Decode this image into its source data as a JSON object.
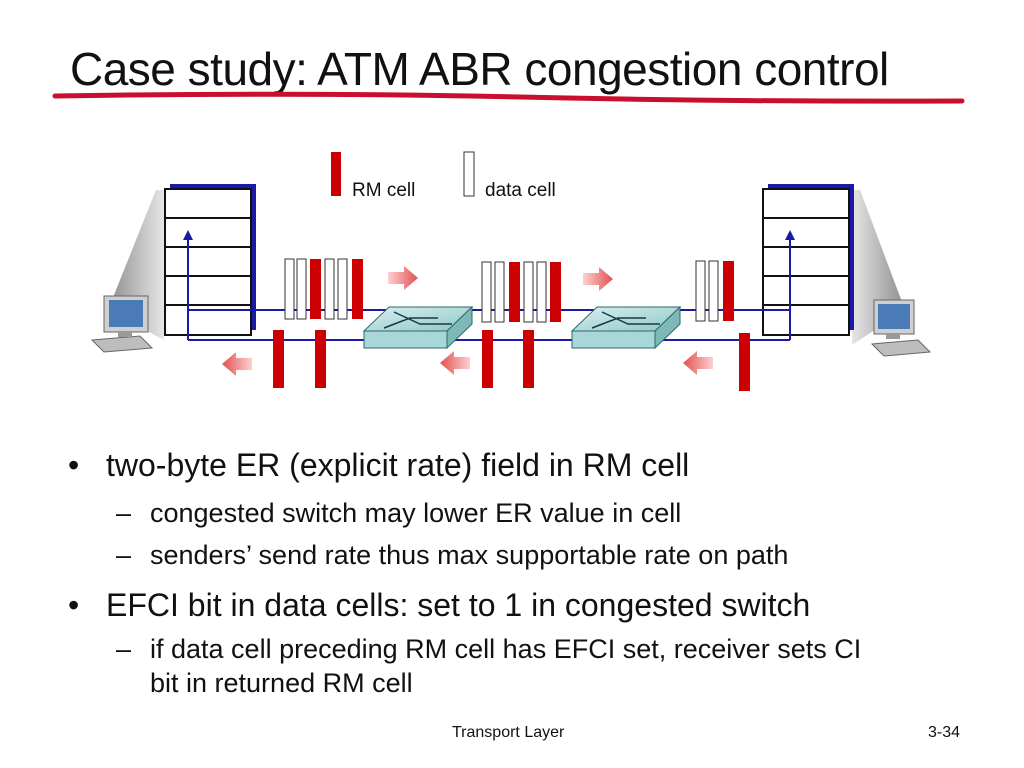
{
  "title": "Case study: ATM ABR congestion control",
  "legend": {
    "rm_cell": "RM cell",
    "data_cell": "data cell"
  },
  "bullets": [
    {
      "text": "two-byte ER (explicit rate) field in RM cell",
      "subs": [
        "congested switch may lower ER value in cell",
        "senders’ send rate thus max supportable rate on path"
      ]
    },
    {
      "text": "EFCI bit in data cells: set to 1 in congested switch",
      "subs": [
        "if data cell preceding RM cell has EFCI set, receiver sets CI bit in returned RM cell"
      ]
    }
  ],
  "footer": {
    "center": "Transport Layer",
    "page": "3-34"
  },
  "colors": {
    "rm_cell": "#cc0000",
    "link": "#1a1aa6",
    "arrow": "#e06060",
    "switch": "#9ecfcf",
    "underline": "#c8102e"
  }
}
